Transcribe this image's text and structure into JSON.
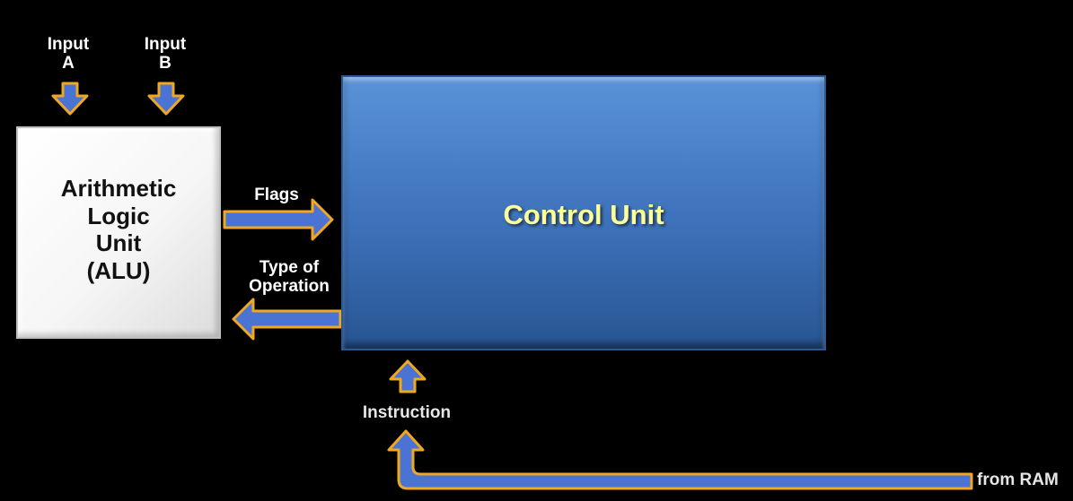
{
  "labels": {
    "input_a": [
      "Input",
      "A"
    ],
    "input_b": [
      "Input",
      "B"
    ],
    "alu": [
      "Arithmetic",
      "Logic",
      "Unit",
      "(ALU)"
    ],
    "control_unit": "Control Unit",
    "flags": "Flags",
    "type_of_operation": [
      "Type of",
      "Operation"
    ],
    "instruction": "Instruction",
    "from_ram": "from RAM"
  },
  "colors": {
    "background": "#000000",
    "arrow_fill": "#4a73d4",
    "arrow_outline": "#f0a820",
    "control_unit_fill": "#3f74bd",
    "control_unit_text": "#ffff99",
    "alu_fill": "#f6f6f6",
    "label_text": "#ffffff"
  }
}
